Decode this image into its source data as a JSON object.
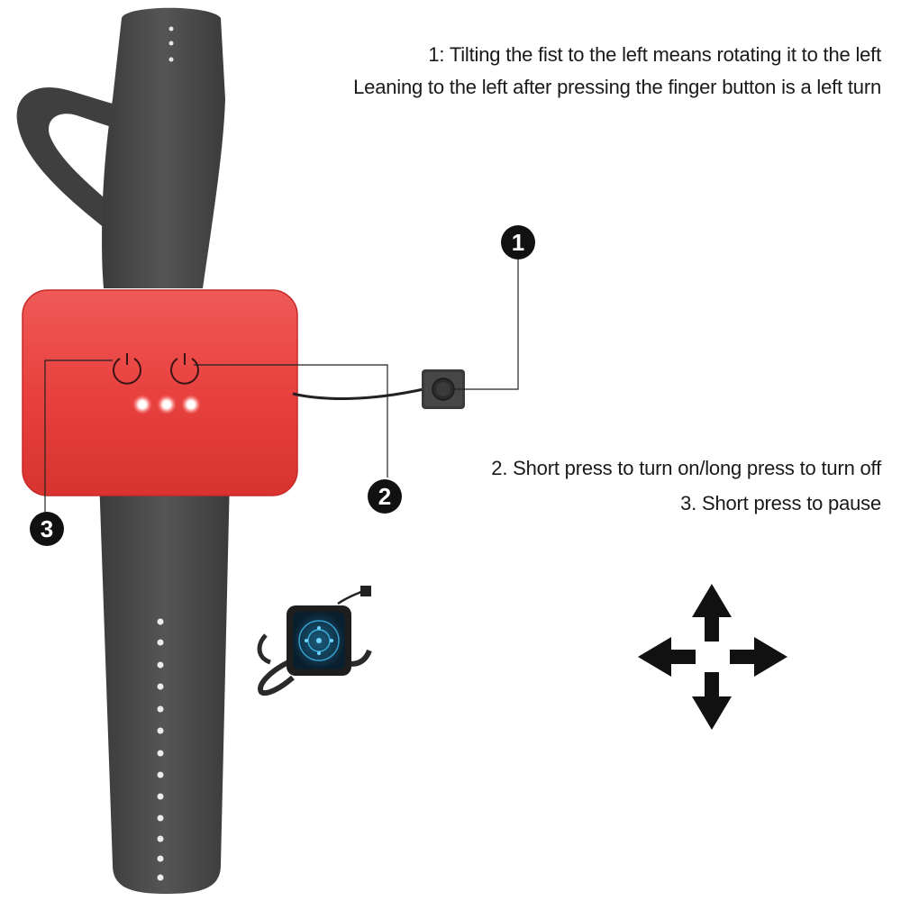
{
  "captions": {
    "line1": "1: Tilting the fist to the left means rotating it to the left",
    "line2": "Leaning to the left after pressing the finger button is a left turn",
    "line3": "2. Short press to turn on/long press to turn off",
    "line4": "3. Short press to pause"
  },
  "callouts": {
    "one": "1",
    "two": "2",
    "three": "3"
  },
  "colors": {
    "device_red": "#e8413f",
    "strap_gray": "#4a4a4a",
    "text": "#1a1a1a"
  }
}
